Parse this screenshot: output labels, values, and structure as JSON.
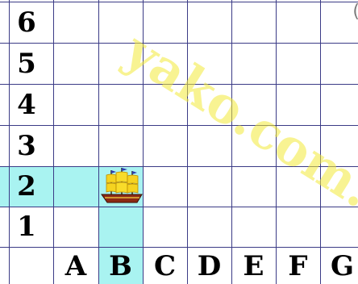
{
  "rows": [
    "6",
    "5",
    "4",
    "3",
    "2",
    "1"
  ],
  "columns": [
    "A",
    "B",
    "C",
    "D",
    "E",
    "F",
    "G"
  ],
  "highlight": {
    "row": "2",
    "column": "B"
  },
  "ship": {
    "icon": "ship-icon",
    "cell": "B2"
  },
  "watermark": {
    "text": "yako.com.a"
  },
  "corner_mark": "(",
  "colors": {
    "grid": "#3b3b86",
    "highlight": "#a9f3f1",
    "watermark": "#f3ea38",
    "text": "#000000"
  }
}
